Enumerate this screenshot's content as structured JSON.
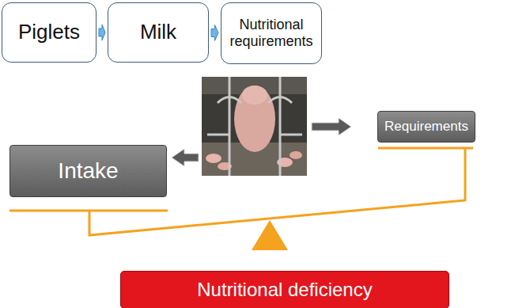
{
  "diagram": {
    "nodes": [
      {
        "text": [
          "Piglets"
        ]
      },
      {
        "text": [
          "Milk"
        ]
      },
      {
        "text": [
          "Nutritional requirements"
        ]
      },
      {
        "text": [
          "Intake"
        ]
      },
      {
        "text": [
          "Requirements"
        ]
      },
      {
        "text": [
          "Nutritional deficiency"
        ]
      }
    ],
    "edges": [
      {
        "from": 0,
        "to": 1,
        "arrow": "to"
      },
      {
        "from": 1,
        "to": 2,
        "arrow": "to"
      }
    ]
  }
}
